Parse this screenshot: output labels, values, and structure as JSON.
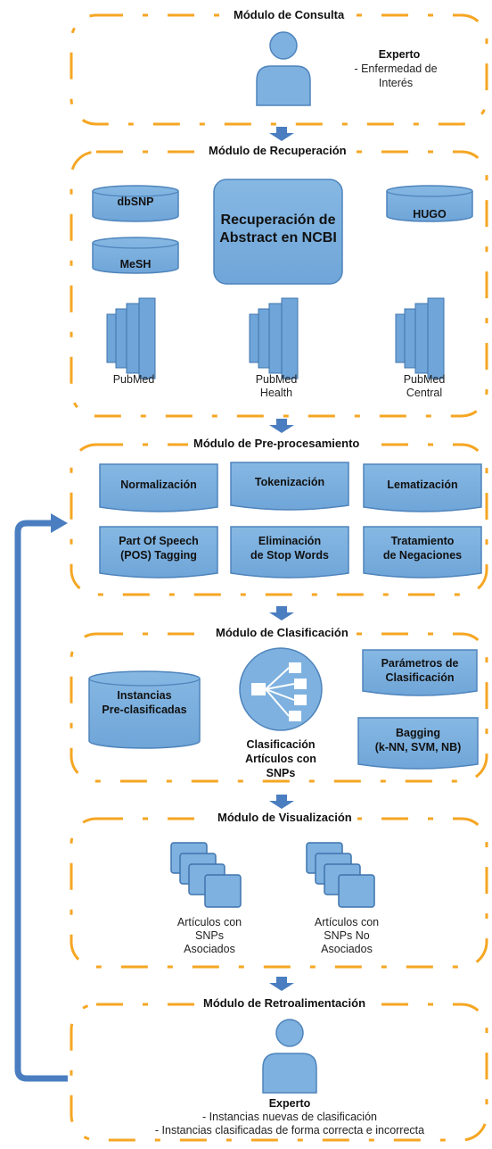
{
  "colors": {
    "border": "#F5A623",
    "fill": "#7EB1DF",
    "fill_dark": "#4E84BC",
    "arrow": "#4A7EC0"
  },
  "modules": {
    "consulta": {
      "title": "Módulo de Consulta",
      "person_icon": "person-icon",
      "experto": "Experto",
      "desc_line1": "- Enfermedad de",
      "desc_line2": "Interés"
    },
    "recuperacion": {
      "title": "Módulo de Recuperación",
      "db_dbsnp": "dbSNP",
      "db_mesh": "MeSH",
      "db_hugo": "HUGO",
      "center_line1": "Recuperación de",
      "center_line2": "Abstract en NCBI",
      "sources": [
        {
          "line1": "PubMed",
          "line2": ""
        },
        {
          "line1": "PubMed",
          "line2": "Health"
        },
        {
          "line1": "PubMed",
          "line2": "Central"
        }
      ]
    },
    "preprocesamiento": {
      "title": "Módulo de Pre-procesamiento",
      "steps": [
        {
          "line1": "Normalización",
          "line2": ""
        },
        {
          "line1": "Tokenización",
          "line2": ""
        },
        {
          "line1": "Lematización",
          "line2": ""
        },
        {
          "line1": "Part Of Speech",
          "line2": "(POS) Tagging"
        },
        {
          "line1": "Eliminación",
          "line2": "de Stop Words"
        },
        {
          "line1": "Tratamiento",
          "line2": "de Negaciones"
        }
      ]
    },
    "clasificacion": {
      "title": "Módulo de Clasificación",
      "db_line1": "Instancias",
      "db_line2": "Pre-clasificadas",
      "center_line1": "Clasificación",
      "center_line2": "Artículos con",
      "center_line3": "SNPs",
      "param_line1": "Parámetros de",
      "param_line2": "Clasificación",
      "bag_line1": "Bagging",
      "bag_line2": "(k-NN, SVM, NB)"
    },
    "visualizacion": {
      "title": "Módulo de Visualización",
      "left_line1": "Artículos con",
      "left_line2": "SNPs",
      "left_line3": "Asociados",
      "right_line1": "Artículos con",
      "right_line2": "SNPs No",
      "right_line3": "Asociados"
    },
    "retroalimentacion": {
      "title": "Módulo de Retroalimentación",
      "experto": "Experto",
      "line1": "- Instancias nuevas de clasificación",
      "line2": "- Instancias clasificadas de forma correcta e incorrecta"
    }
  }
}
